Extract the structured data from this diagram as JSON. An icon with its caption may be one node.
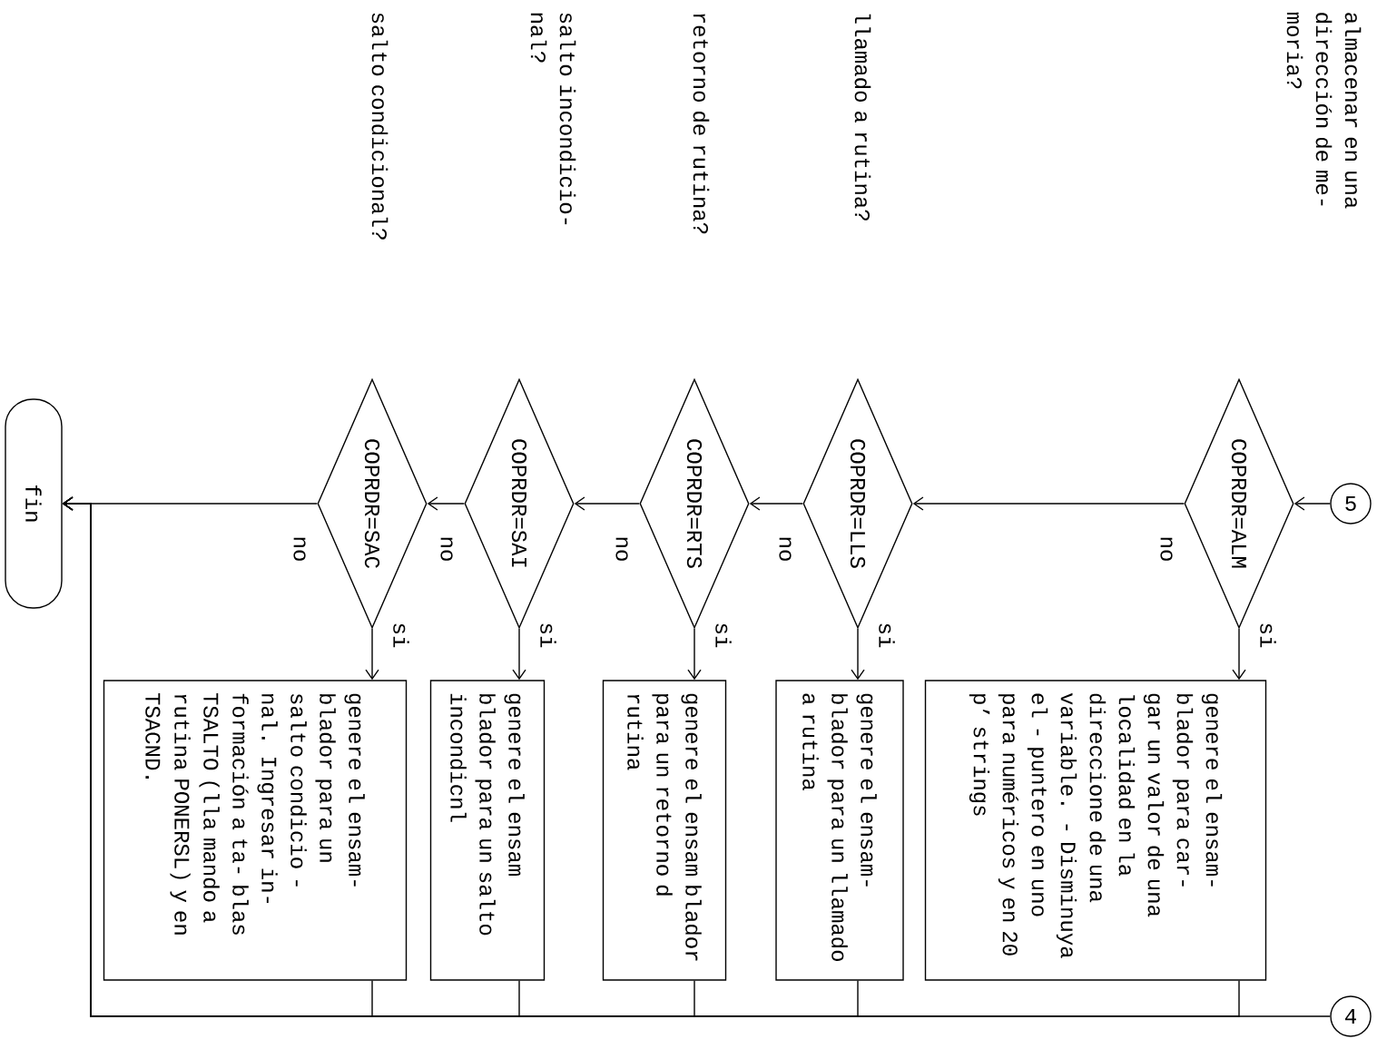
{
  "diagram": {
    "nodes": [
      {
        "text": [
          "5"
        ]
      },
      {
        "text": [
          "COPRDR=ALM"
        ]
      },
      {
        "text": [
          "genere el ensam- blador para car- gar un valor de una localidad en la direccione de una variable. - Disminuya el - puntero en uno para numéricos y en 20 p’ strings"
        ]
      },
      {
        "text": [
          "COPRDR=LLS"
        ]
      },
      {
        "text": [
          "genere el ensam- blador para un llamado a rutina"
        ]
      },
      {
        "text": [
          "COPRDR=RTS"
        ]
      },
      {
        "text": [
          "genere el ensam blador para un retorno d rutina"
        ]
      },
      {
        "text": [
          "COPRDR=SAI"
        ]
      },
      {
        "text": [
          "genere el ensam blador para un salto incondicnl"
        ]
      },
      {
        "text": [
          "COPRDR=SAC"
        ]
      },
      {
        "text": [
          "genere el ensam- blador para un salto condicio - nal. Ingresar in- formación a ta- blas TSALTO (lla mando a rutina PONERSL) y en TSACND."
        ]
      },
      {
        "text": [
          "fin"
        ]
      },
      {
        "text": [
          "4"
        ]
      }
    ],
    "edges": [
      {
        "from": 0,
        "to": 1,
        "arrow": "to"
      },
      {
        "from": 1,
        "to": 2,
        "arrow": "to",
        "label": "si"
      },
      {
        "from": 1,
        "to": 3,
        "arrow": "to",
        "label": "no"
      },
      {
        "from": 3,
        "to": 4,
        "arrow": "to",
        "label": "si"
      },
      {
        "from": 3,
        "to": 5,
        "arrow": "to",
        "label": "no"
      },
      {
        "from": 5,
        "to": 6,
        "arrow": "to",
        "label": "si"
      },
      {
        "from": 5,
        "to": 7,
        "arrow": "to",
        "label": "no"
      },
      {
        "from": 7,
        "to": 8,
        "arrow": "to",
        "label": "si"
      },
      {
        "from": 7,
        "to": 9,
        "arrow": "to",
        "label": "no"
      },
      {
        "from": 9,
        "to": 10,
        "arrow": "to",
        "label": "si"
      },
      {
        "from": 9,
        "to": 11,
        "arrow": "to",
        "label": "no"
      },
      {
        "from": 2,
        "to": 11,
        "arrow": "to"
      },
      {
        "from": 4,
        "to": 11,
        "arrow": "to"
      },
      {
        "from": 6,
        "to": 11,
        "arrow": "to"
      },
      {
        "from": 8,
        "to": 11,
        "arrow": "to"
      },
      {
        "from": 10,
        "to": 11,
        "arrow": "to"
      },
      {
        "from": 12,
        "to": 11,
        "arrow": "to"
      }
    ],
    "labels": [
      "almacenar en una dirección de me- moria?",
      "llamado a rutina?",
      "retorno de rutina?",
      "salto incondicio- nal?",
      "salto condicional?"
    ]
  }
}
